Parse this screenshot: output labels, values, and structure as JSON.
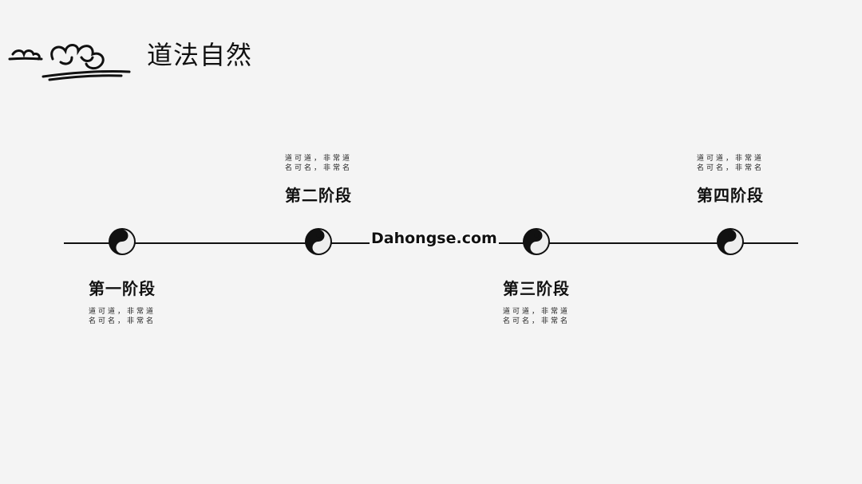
{
  "title": "道法自然",
  "watermark": "Dahongse.com",
  "icons": {
    "logo": "auspicious-cloud-icon",
    "node": "yin-yang-icon"
  },
  "stages": [
    {
      "title": "第一阶段",
      "desc_line1": "道可道，非常道",
      "desc_line2": "名可名，非常名"
    },
    {
      "title": "第二阶段",
      "desc_line1": "道可道，非常道",
      "desc_line2": "名可名，非常名"
    },
    {
      "title": "第三阶段",
      "desc_line1": "道可道，非常道",
      "desc_line2": "名可名，非常名"
    },
    {
      "title": "第四阶段",
      "desc_line1": "道可道，非常道",
      "desc_line2": "名可名，非常名"
    }
  ]
}
